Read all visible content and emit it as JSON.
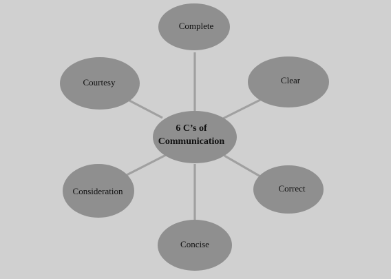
{
  "diagram": {
    "center": {
      "line1": "6 C’s of",
      "line2": "Communication"
    },
    "nodes": [
      {
        "id": "complete",
        "label": "Complete"
      },
      {
        "id": "clear",
        "label": "Clear"
      },
      {
        "id": "correct",
        "label": "Correct"
      },
      {
        "id": "concise",
        "label": "Concise"
      },
      {
        "id": "consideration",
        "label": "Consideration"
      },
      {
        "id": "courtesy",
        "label": "Courtesy"
      }
    ]
  }
}
